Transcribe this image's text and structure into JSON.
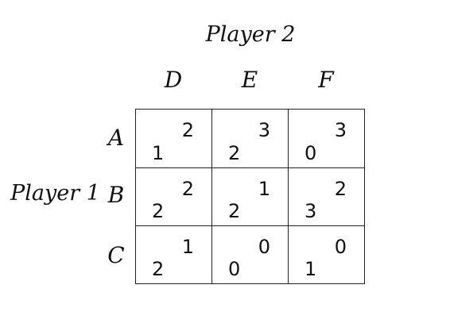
{
  "players": {
    "row_player": "Player 1",
    "column_player": "Player 2"
  },
  "columns": [
    "D",
    "E",
    "F"
  ],
  "rows": [
    "A",
    "B",
    "C"
  ],
  "payoffs": [
    [
      {
        "p1": "1",
        "p2": "2"
      },
      {
        "p1": "2",
        "p2": "3"
      },
      {
        "p1": "0",
        "p2": "3"
      }
    ],
    [
      {
        "p1": "2",
        "p2": "2"
      },
      {
        "p1": "2",
        "p2": "1"
      },
      {
        "p1": "3",
        "p2": "2"
      }
    ],
    [
      {
        "p1": "2",
        "p2": "1"
      },
      {
        "p1": "0",
        "p2": "0"
      },
      {
        "p1": "1",
        "p2": "0"
      }
    ]
  ]
}
